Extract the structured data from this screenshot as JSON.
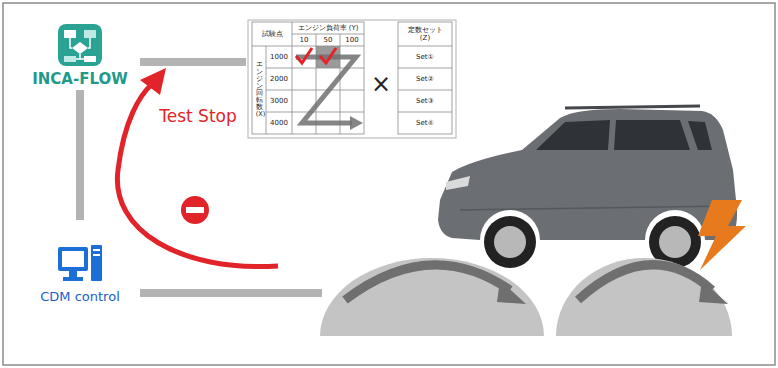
{
  "diagram": {
    "nodes": [
      {
        "text": [
          "INCA-FLOW"
        ]
      },
      {
        "text": [
          "CDM control"
        ]
      }
    ],
    "edges": [
      {
        "from": 0,
        "to": 1,
        "arrow": "none"
      }
    ],
    "labels": [
      "Test Stop",
      "試験点",
      "エンジン負荷率 (Y)",
      "10",
      "50",
      "100",
      "エンジン回転数 (X)",
      "1000",
      "2000",
      "3000",
      "4000",
      "×",
      "定数セット (Z)",
      "Set①",
      "Set②",
      "Set③",
      "Set④"
    ]
  }
}
